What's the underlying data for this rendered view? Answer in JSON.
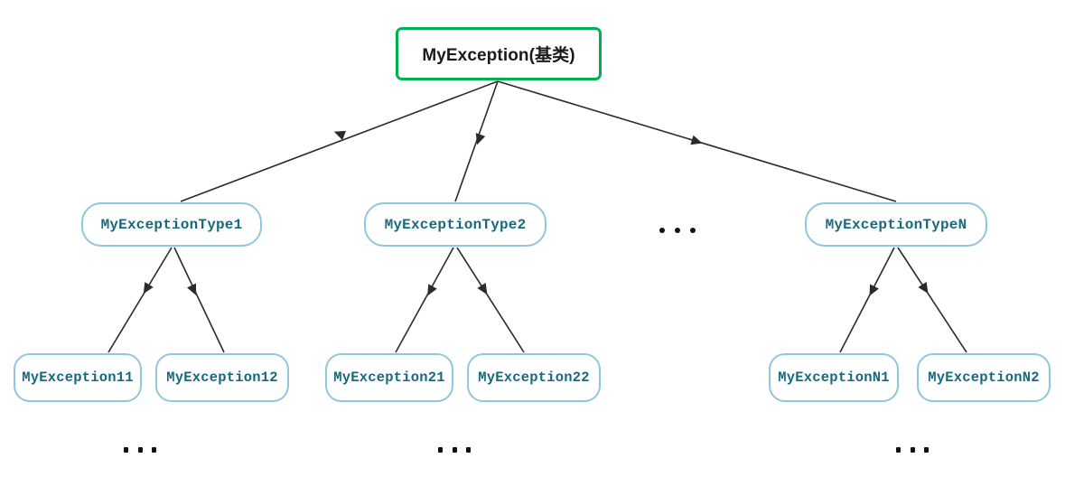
{
  "diagram": {
    "title_text": "MyException(基类)",
    "colors": {
      "root_border": "#00b050",
      "node_border": "#92c5de",
      "node_text": "#17697e",
      "root_text": "#1a1a1a",
      "edge": "#2b2b2b",
      "background": "#ffffff"
    },
    "root": {
      "label": "MyException(基类)"
    },
    "branches": [
      {
        "label": "MyExceptionType1",
        "children": [
          {
            "label": "MyException11"
          },
          {
            "label": "MyException12"
          }
        ],
        "more_children_marker": "..."
      },
      {
        "label": "MyExceptionType2",
        "children": [
          {
            "label": "MyException21"
          },
          {
            "label": "MyException22"
          }
        ],
        "more_children_marker": "..."
      },
      {
        "label": "MyExceptionTypeN",
        "children": [
          {
            "label": "MyExceptionN1"
          },
          {
            "label": "MyExceptionN2"
          }
        ],
        "more_children_marker": "..."
      }
    ],
    "branch_gap_marker": "..."
  }
}
